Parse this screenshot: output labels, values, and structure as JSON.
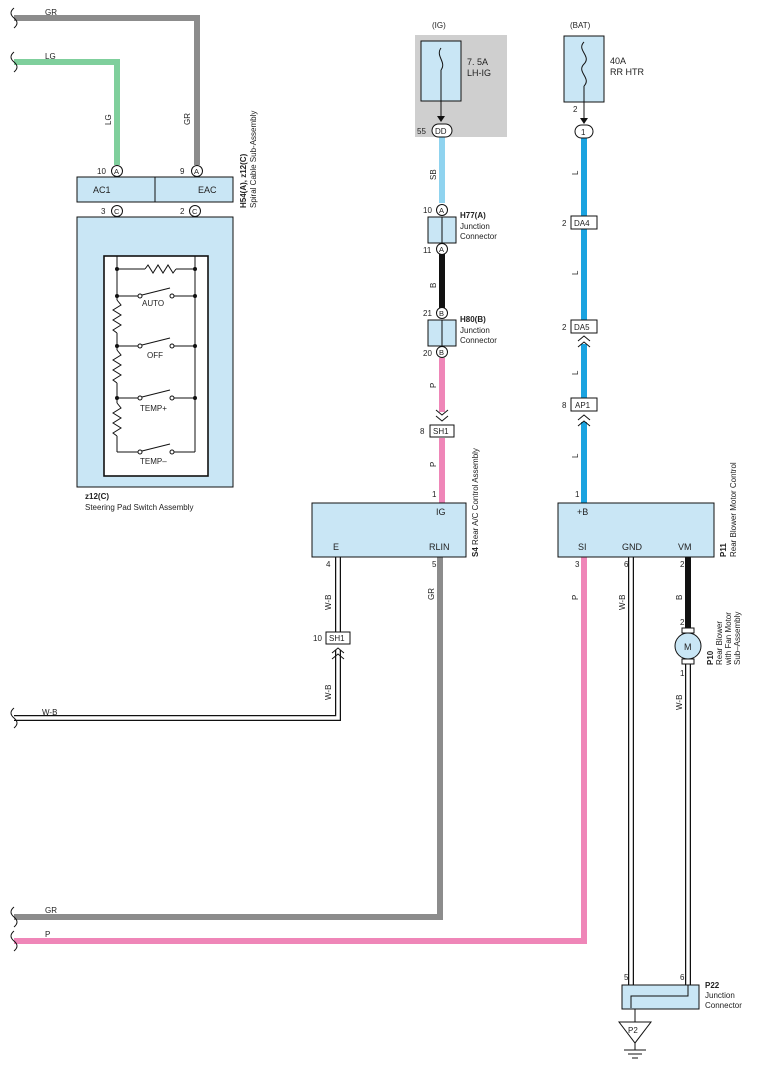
{
  "wire_colors": {
    "GR": "#8c8c8c",
    "LG": "#7fcf9c",
    "P": "#ef86b8",
    "SB": "#8fd3ef",
    "B": "#111111",
    "L": "#1aa3e0",
    "W-B": "#ffffff"
  },
  "fill_color": "#c9e6f5",
  "wires": {
    "gr_top": "GR",
    "lg_top": "LG",
    "lg_v": "LG",
    "gr_v": "GR",
    "p_z12": "P",
    "lg_z12": "LG",
    "sb": "SB",
    "b_h77": "B",
    "p_h80": "P",
    "p_sh1": "P",
    "l1": "L",
    "l2": "L",
    "l3": "L",
    "l4": "L",
    "wb_s4": "W-B",
    "wb_s4b": "W-B",
    "gr_s4": "GR",
    "p_si": "P",
    "wb_gnd": "W-B",
    "b_vm": "B",
    "wb_m": "W-B",
    "gr_bottom": "GR",
    "p_bottom": "P",
    "wb_left": "W-B"
  },
  "fuses": {
    "ig": {
      "source": "(IG)",
      "rating": "7. 5A",
      "name": "LH-IG",
      "pin": "55",
      "conn": "DD"
    },
    "bat": {
      "source": "(BAT)",
      "rating": "40A",
      "name": "RR HTR",
      "pin_top": "2",
      "pin": "1"
    }
  },
  "spiral": {
    "id": "H54(A), z12(C)",
    "name": "Spiral Cable Sub-Assembly",
    "terminals": [
      {
        "num": "10",
        "conn": "A",
        "label": "AC1"
      },
      {
        "num": "9",
        "conn": "A",
        "label": "EAC"
      }
    ],
    "bottom_pins": [
      {
        "num": "3",
        "conn": "C"
      },
      {
        "num": "2",
        "conn": "C"
      }
    ]
  },
  "switch": {
    "id": "z12(C)",
    "name": "Steering Pad Switch Assembly",
    "positions": [
      "AUTO",
      "OFF",
      "TEMP+",
      "TEMP–"
    ]
  },
  "h77": {
    "id": "H77(A)",
    "name1": "Junction",
    "name2": "Connector",
    "pin_top": "10",
    "pin_bottom": "11",
    "conn": "A"
  },
  "h80": {
    "id": "H80(B)",
    "name1": "Junction",
    "name2": "Connector",
    "pin_top": "21",
    "pin_bottom": "20",
    "conn": "B"
  },
  "sh1_a": {
    "pin": "8",
    "label": "SH1"
  },
  "sh1_b": {
    "pin": "10",
    "label": "SH1"
  },
  "da4": {
    "pin": "2",
    "label": "DA4"
  },
  "da5": {
    "pin": "2",
    "label": "DA5"
  },
  "ap1": {
    "pin": "8",
    "label": "AP1"
  },
  "s4": {
    "id": "S4",
    "name": "Rear A/C Control Assembly",
    "pins": {
      "ig": "1",
      "e": "4",
      "rlin": "5"
    },
    "labels": {
      "ig": "IG",
      "e": "E",
      "rlin": "RLIN"
    }
  },
  "p11": {
    "id": "P11",
    "name": "Rear Blower Motor Control",
    "pins": {
      "b": "1",
      "si": "3",
      "gnd": "6",
      "vm": "2"
    },
    "labels": {
      "b": "+B",
      "si": "SI",
      "gnd": "GND",
      "vm": "VM"
    }
  },
  "p10": {
    "id": "P10",
    "name1": "Rear Blower",
    "name2": "with Fan Motor",
    "name3": "Sub–Assembly",
    "symbol": "M",
    "pin_top": "2",
    "pin_bottom": "1"
  },
  "p22": {
    "id": "P22",
    "name1": "Junction",
    "name2": "Connector",
    "pin_left": "5",
    "pin_right": "6"
  },
  "ground": {
    "label": "P2"
  }
}
